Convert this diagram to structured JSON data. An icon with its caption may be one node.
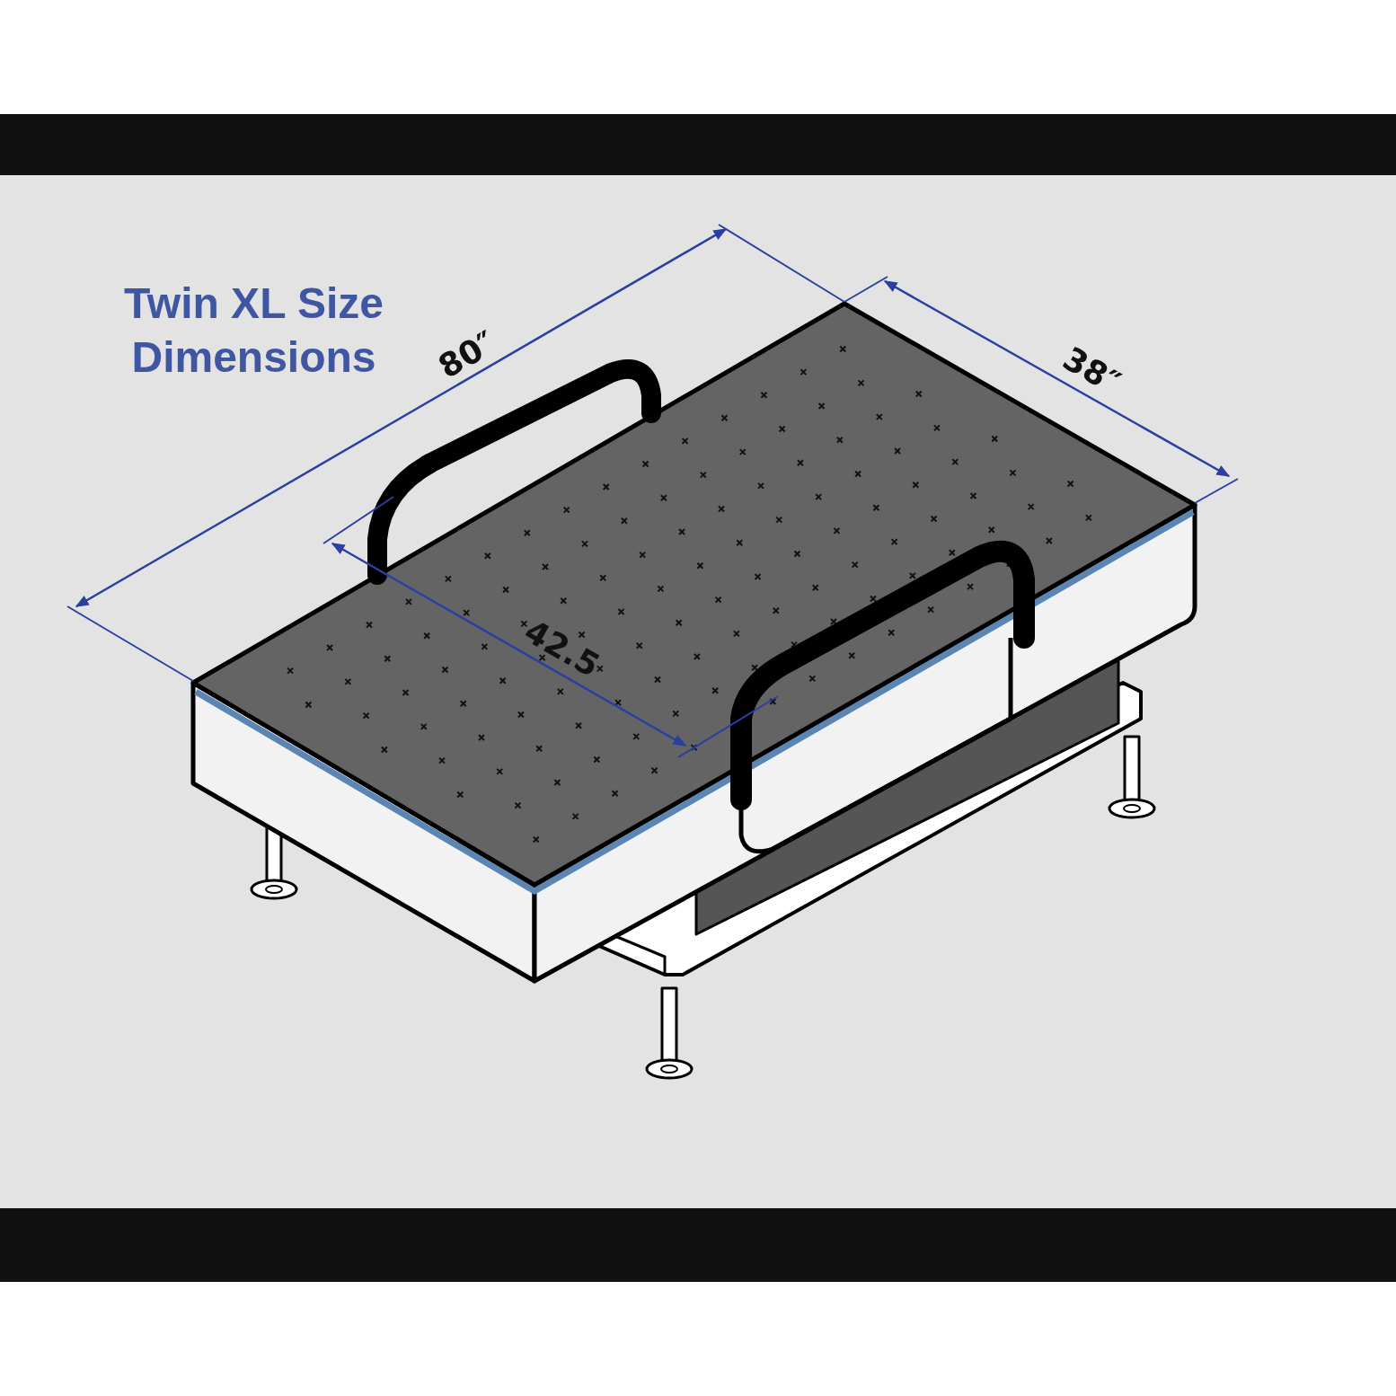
{
  "diagram": {
    "title": "Twin XL Size Dimensions",
    "labels": [
      "80″",
      "38″",
      "42.5"
    ]
  }
}
